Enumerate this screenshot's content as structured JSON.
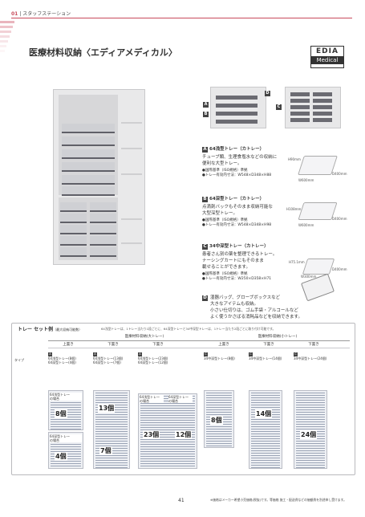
{
  "header": {
    "section_num": "01",
    "section_title": "スタッフステーション"
  },
  "title": "医療材料収納〈エディアメディカル〉",
  "brand": {
    "line1": "EDIA",
    "line2": "Medical"
  },
  "product_labels": {
    "a": "A",
    "b": "B",
    "c": "C",
    "d": "D"
  },
  "items": [
    {
      "tag": "A",
      "name": "64浅型トレー",
      "sub": "（カトレー）",
      "desc": [
        "チューブ類、生理食塩水などの収納に",
        "便利な大型トレー。"
      ],
      "spec": [
        "●国際基準（ISO規格）準拠",
        "●トレー有効内寸法：W548×D348×H88"
      ],
      "dims": [
        "H90mm",
        "W600mm",
        "D400mm"
      ]
    },
    {
      "tag": "B",
      "name": "64深型トレー",
      "sub": "（カトレー）",
      "desc": [
        "点滴剤バックもそのまま収納可能な",
        "大型深型トレー。"
      ],
      "spec": [
        "●国際基準（ISO規格）準拠",
        "●トレー有効内寸法：W548×D348×H98"
      ],
      "dims": [
        "H108mm",
        "W600mm",
        "D400mm"
      ]
    },
    {
      "tag": "C",
      "name": "34中深型トレー",
      "sub": "（カトレー）",
      "desc": [
        "患者さん別の薬を整理できるトレー。",
        "ナーシングカートにもそのまま",
        "載せることができます。"
      ],
      "spec": [
        "●国際基準（ISO規格）準拠",
        "●トレー有効内寸法：W250×D358×H71"
      ],
      "dims": [
        "H75.1mm",
        "W300mm",
        "D400mm"
      ]
    },
    {
      "tag": "D",
      "name": "",
      "sub": "",
      "desc": [
        "湿器バッグ、グローブボックスなど",
        "大きなアイテムも収納。",
        "小さい仕切りは、ゴム手袋・アルコールなど",
        "よく使うかさばる消耗品などを収納できます。"
      ],
      "spec": [],
      "dims": []
    }
  ],
  "set": {
    "title": "トレー セット例",
    "title_sub": "（最大収納可能数）",
    "note": "64浅型トレーは、1トレー当たり1段ごとに、64深型トレーと34中深型トレーは、1トレー当たり2段ごとに取り付け可能です。",
    "type_label": "タイプ",
    "group1": "医療材料収納(大トレー)",
    "group2": "医療材料収納(小トレー)",
    "cols": [
      {
        "head": "上置き",
        "tag": "A",
        "lines": [
          "64浅型トレー(8個)",
          "64深型トレー(4個)"
        ]
      },
      {
        "head": "下置き",
        "tag": "A",
        "lines": [
          "64浅型トレー(13個)",
          "64深型トレー(7個)"
        ]
      },
      {
        "head": "下置き",
        "tag": "A",
        "lines": [
          "64浅型トレー(23個)",
          "64深型トレー(12個)"
        ]
      },
      {
        "head": "上置き",
        "tag": "C",
        "lines": [
          "34中深型トレー(8個)"
        ]
      },
      {
        "head": "下置き",
        "tag": "C",
        "lines": [
          "34中深型トレー(14個)"
        ]
      },
      {
        "head": "下置き",
        "tag": "C",
        "lines": [
          "34中深型トレー(24個)"
        ]
      }
    ],
    "case_labels": {
      "shallow": "64浅型トレー\nの場合",
      "deep": "64深型トレー\nの場合"
    },
    "counts": {
      "c1a": "8個",
      "c1b": "4個",
      "c2a": "13個",
      "c2b": "7個",
      "c3a": "23個",
      "c3b": "12個",
      "c4": "8個",
      "c5": "14個",
      "c6": "24個"
    }
  },
  "page_number": "41",
  "footnote": "※価格はメーカー希望小売価格(税抜)です。等価格 施工・配送費などの価額費を別途申し受けます。",
  "colors": {
    "accent": "#c84b5b",
    "dark": "#333333"
  }
}
